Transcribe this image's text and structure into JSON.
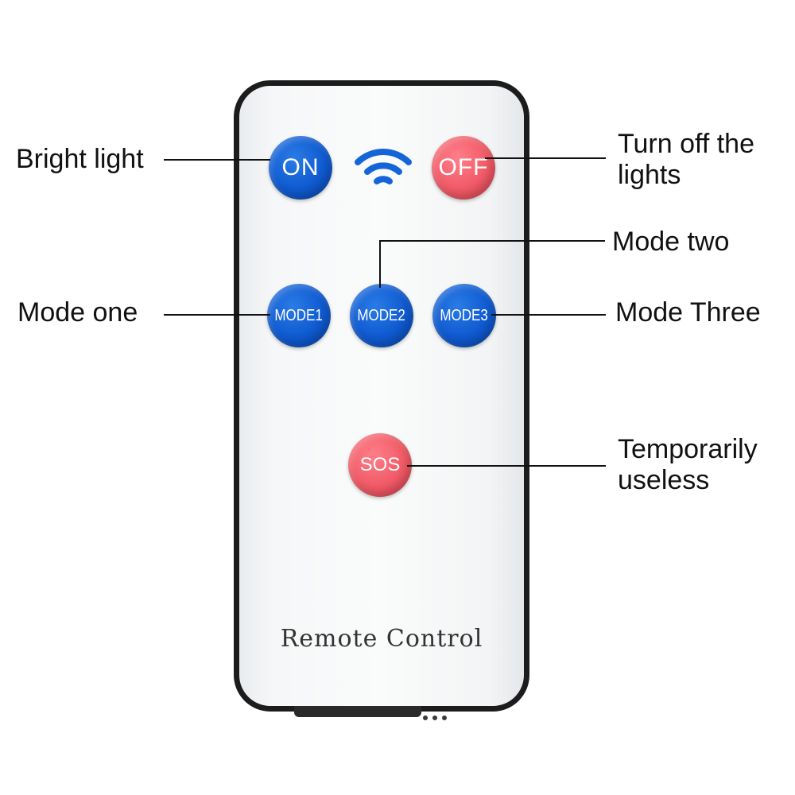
{
  "remote": {
    "brand_text": "Remote Control",
    "buttons": {
      "on": "ON",
      "off": "OFF",
      "mode1": "MODE1",
      "mode2": "MODE2",
      "mode3": "MODE3",
      "sos": "SOS"
    },
    "colors": {
      "blue_button": "#0f5ad0",
      "red_button": "#f05a66",
      "wifi_icon": "#1466d8"
    }
  },
  "callouts": {
    "bright_light": "Bright light",
    "turn_off_line1": "Turn off the",
    "turn_off_line2": "lights",
    "mode_one": "Mode one",
    "mode_two": "Mode two",
    "mode_three": "Mode Three",
    "temporarily_line1": "Temporarily",
    "temporarily_line2": "useless"
  }
}
